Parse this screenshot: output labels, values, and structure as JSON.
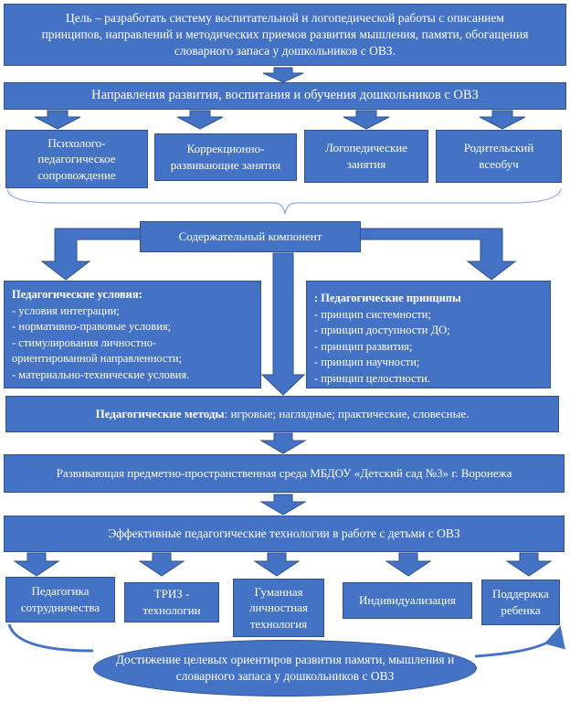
{
  "goal": {
    "line1": "Цель – разработать систему воспитательной и логопедической работы с описанием",
    "line2": "принципов, направлений и методических приемов развития мышления, памяти, обогащения",
    "line3": "словарного запаса у дошкольников с ОВЗ."
  },
  "directions": {
    "title": "Направления развития, воспитания и обучения дошкольников с ОВЗ",
    "items": [
      {
        "l1": "Психолого-",
        "l2": "педагогическое",
        "l3": "сопровождение"
      },
      {
        "l1": "Коррекционно-",
        "l2": "развивающие занятия",
        "l3": ""
      },
      {
        "l1": "Логопедические",
        "l2": "занятия",
        "l3": ""
      },
      {
        "l1": "Родительский",
        "l2": "всеобуч",
        "l3": ""
      }
    ]
  },
  "content_component": "Содержательный компонент",
  "conditions": {
    "title": "Педагогические условия:",
    "items": [
      "- условия интеграции;",
      "- нормативно-правовые условия;",
      "- стимулирования личностно-",
      "ориентированной направленности;",
      "-  материально-технические условия."
    ]
  },
  "principles": {
    "title": ": Педагогические принципы",
    "items": [
      "- принцип системности;",
      "- принцип доступности ДО;",
      "- принцип развития;",
      "- принцип научности;",
      "- принцип целостности."
    ]
  },
  "methods": {
    "title": "Педагогические методы",
    "text": ": игровые; наглядные; практические, словесные."
  },
  "environment": "Развивающая предметно-пространственная среда МБДОУ «Детский сад №3» г. Воронежа",
  "technologies": {
    "title": "Эффективные педагогические технологии в работе с детьми с ОВЗ",
    "items": [
      {
        "l1": "Педагогика",
        "l2": "сотрудничества",
        "l3": ""
      },
      {
        "l1": "ТРИЗ -",
        "l2": "технологии",
        "l3": ""
      },
      {
        "l1": "Гуманная",
        "l2": "личностная",
        "l3": "технология"
      },
      {
        "l1": "Индивидуализация",
        "l2": "",
        "l3": ""
      },
      {
        "l1": "Поддержка",
        "l2": "ребенка",
        "l3": ""
      }
    ]
  },
  "result": {
    "line1": "Достижение целевых ориентиров развития памяти, мышления",
    "line2": "и словарного запаса у дошкольников  с ОВЗ"
  },
  "colors": {
    "box_fill": "#4472c4",
    "box_border": "#2f528f",
    "text": "#ffffff"
  }
}
